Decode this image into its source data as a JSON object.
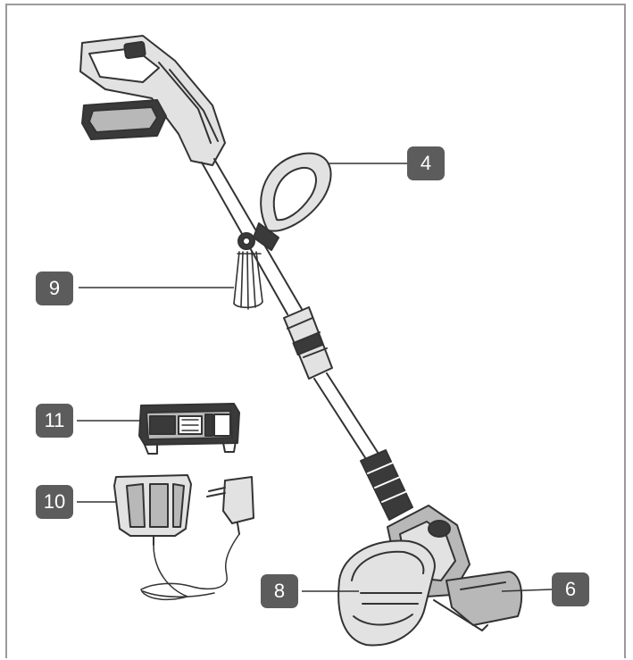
{
  "callouts": [
    {
      "id": "4",
      "label": "4"
    },
    {
      "id": "9",
      "label": "9"
    },
    {
      "id": "11",
      "label": "11"
    },
    {
      "id": "10",
      "label": "10"
    },
    {
      "id": "8",
      "label": "8"
    },
    {
      "id": "6",
      "label": "6"
    }
  ],
  "colors": {
    "callout_bg": "#5c5c5c",
    "callout_text": "#ffffff",
    "line": "#333333",
    "frame": "#9a9a9a",
    "dark_fill": "#3a3a3a",
    "mid_fill": "#b8b8b8",
    "light_fill": "#e2e2e2"
  }
}
